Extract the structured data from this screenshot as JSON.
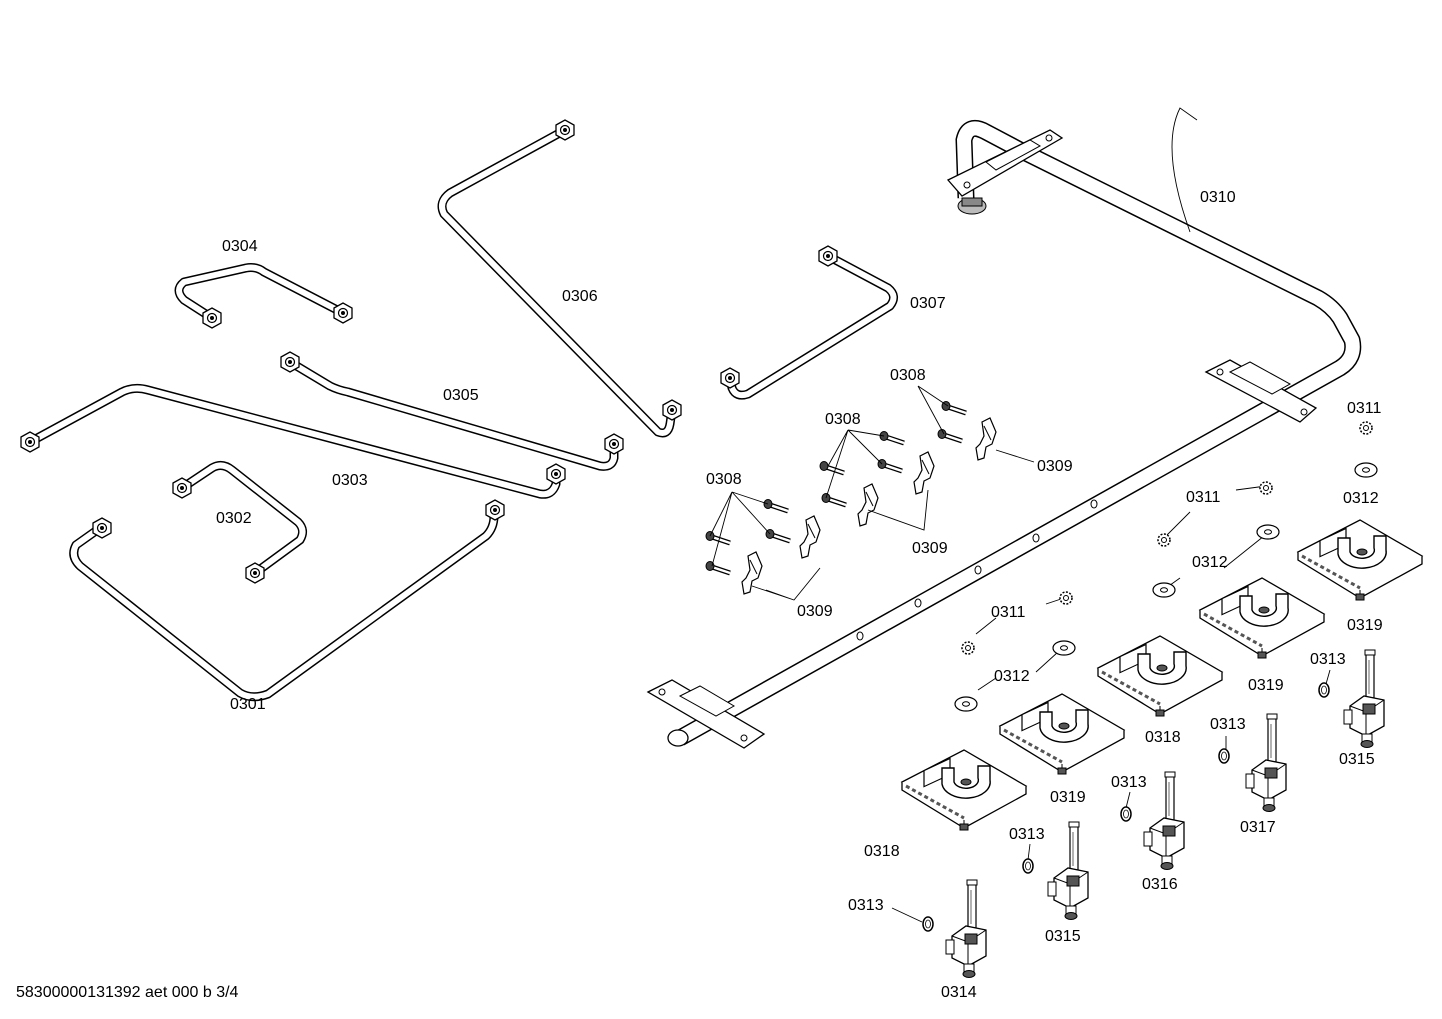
{
  "labels": {
    "p0301": "0301",
    "p0302": "0302",
    "p0303": "0303",
    "p0304": "0304",
    "p0305": "0305",
    "p0306": "0306",
    "p0307": "0307",
    "p0308_a": "0308",
    "p0308_b": "0308",
    "p0308_c": "0308",
    "p0309_a": "0309",
    "p0309_b": "0309",
    "p0309_c": "0309",
    "p0310": "0310",
    "p0311_a": "0311",
    "p0311_b": "0311",
    "p0311_c": "0311",
    "p0312_a": "0312",
    "p0312_b": "0312",
    "p0312_c": "0312",
    "p0313_a": "0313",
    "p0313_b": "0313",
    "p0313_c": "0313",
    "p0313_d": "0313",
    "p0313_e": "0313",
    "p0314": "0314",
    "p0315_a": "0315",
    "p0315_b": "0315",
    "p0316": "0316",
    "p0317": "0317",
    "p0318_a": "0318",
    "p0318_b": "0318",
    "p0319_a": "0319",
    "p0319_b": "0319",
    "p0319_c": "0319"
  },
  "footer": {
    "document_code": "58300000131392 aet 000 b 3/4"
  }
}
